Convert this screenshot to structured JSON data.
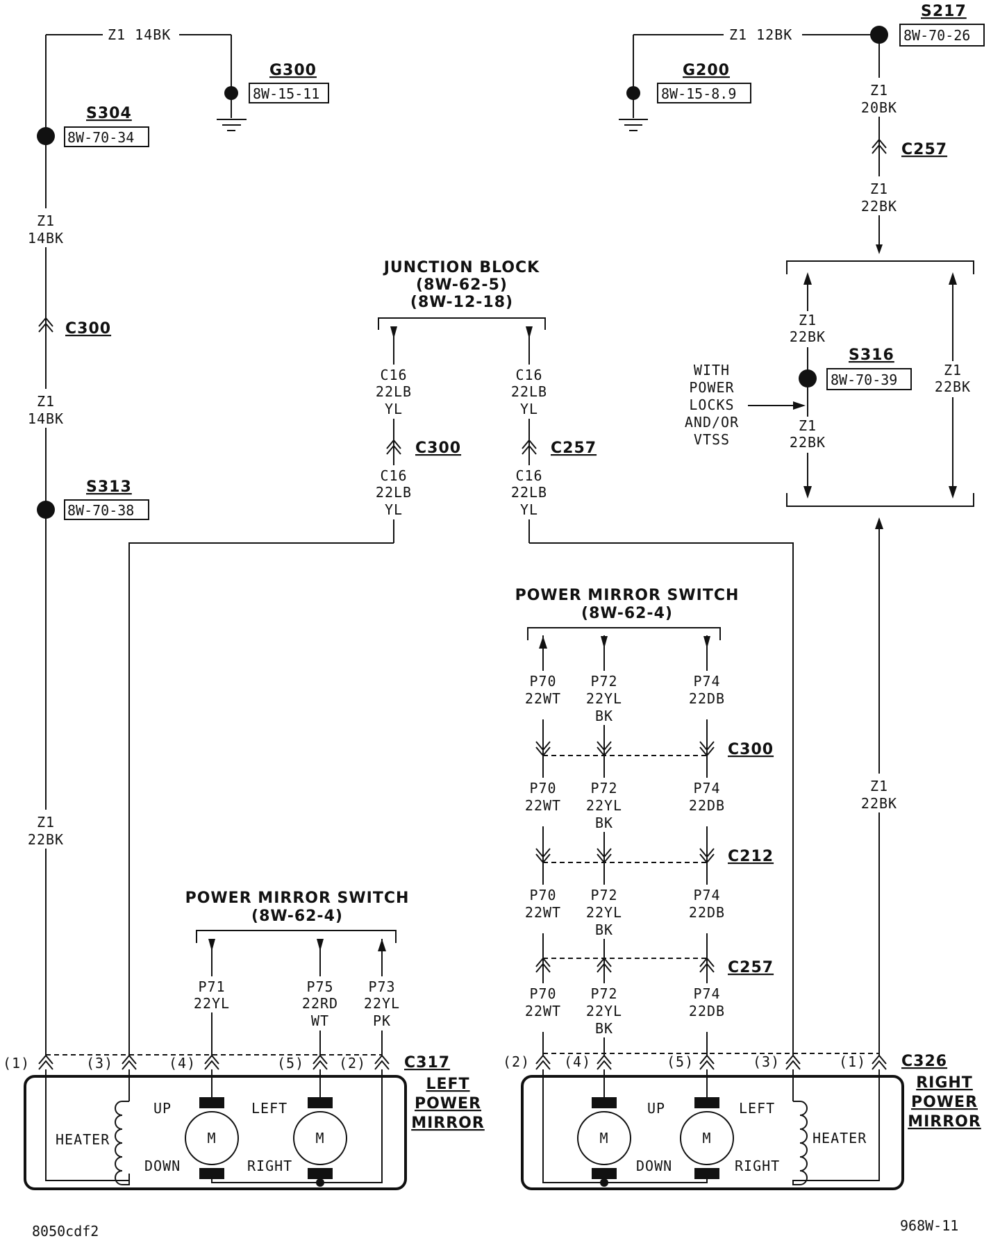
{
  "ground_left": {
    "wire": "Z1 14BK",
    "splice": "G300",
    "page": "8W-15-11"
  },
  "ground_right": {
    "wire": "Z1 12BK",
    "splice": "G200",
    "page": "8W-15-8.9"
  },
  "s217": {
    "name": "S217",
    "page": "8W-70-26"
  },
  "s304": {
    "name": "S304",
    "page": "8W-70-34"
  },
  "s313": {
    "name": "S313",
    "page": "8W-70-38"
  },
  "s316": {
    "name": "S316",
    "page": "8W-70-39"
  },
  "left_trunk": {
    "w1": "Z1",
    "w1b": "14BK",
    "conn": "C300",
    "w2": "Z1",
    "w2b": "14BK",
    "w3": "Z1",
    "w3b": "22BK"
  },
  "right_trunk": {
    "w1": "Z1",
    "w1b": "20BK",
    "conn": "C257",
    "w2": "Z1",
    "w2b": "22BK",
    "w3": "Z1",
    "w3b": "22BK"
  },
  "s316_box": {
    "left_top": "Z1",
    "left_top_b": "22BK",
    "left_bot": "Z1",
    "left_bot_b": "22BK",
    "right": "Z1",
    "right_b": "22BK",
    "note": [
      "WITH",
      "POWER",
      "LOCKS",
      "AND/OR",
      "VTSS"
    ]
  },
  "junction_block": {
    "title": "JUNCTION BLOCK",
    "ref1": "(8W-62-5)",
    "ref2": "(8W-12-18)",
    "left": {
      "a": "C16",
      "b": "22LB",
      "c": "YL",
      "conn": "C300"
    },
    "right": {
      "a": "C16",
      "b": "22LB",
      "c": "YL",
      "conn": "C257"
    }
  },
  "right_switch": {
    "title": "POWER MIRROR SWITCH",
    "ref": "(8W-62-4)",
    "col1": {
      "a": "P70",
      "b": "22WT"
    },
    "col2": {
      "a": "P72",
      "b": "22YL",
      "c": "BK"
    },
    "col3": {
      "a": "P74",
      "b": "22DB"
    },
    "conns": [
      "C300",
      "C212",
      "C257"
    ]
  },
  "left_switch": {
    "title": "POWER MIRROR SWITCH",
    "ref": "(8W-62-4)",
    "p71": {
      "a": "P71",
      "b": "22YL"
    },
    "p75": {
      "a": "P75",
      "b": "22RD",
      "c": "WT"
    },
    "p73": {
      "a": "P73",
      "b": "22YL",
      "c": "PK"
    }
  },
  "left_mirror": {
    "conn": "C317",
    "pins": [
      "(1)",
      "(3)",
      "(4)",
      "(5)",
      "(2)"
    ],
    "name": [
      "LEFT",
      "POWER",
      "MIRROR"
    ],
    "heater": "HEATER",
    "up": "UP",
    "down": "DOWN",
    "left": "LEFT",
    "right": "RIGHT",
    "motor": "M"
  },
  "right_mirror": {
    "conn": "C326",
    "pins": [
      "(2)",
      "(4)",
      "(5)",
      "(3)",
      "(1)"
    ],
    "name": [
      "RIGHT",
      "POWER",
      "MIRROR"
    ],
    "heater": "HEATER",
    "up": "UP",
    "down": "DOWN",
    "left": "LEFT",
    "right": "RIGHT",
    "motor": "M"
  },
  "footer": {
    "left": "8050cdf2",
    "right": "968W-11"
  }
}
